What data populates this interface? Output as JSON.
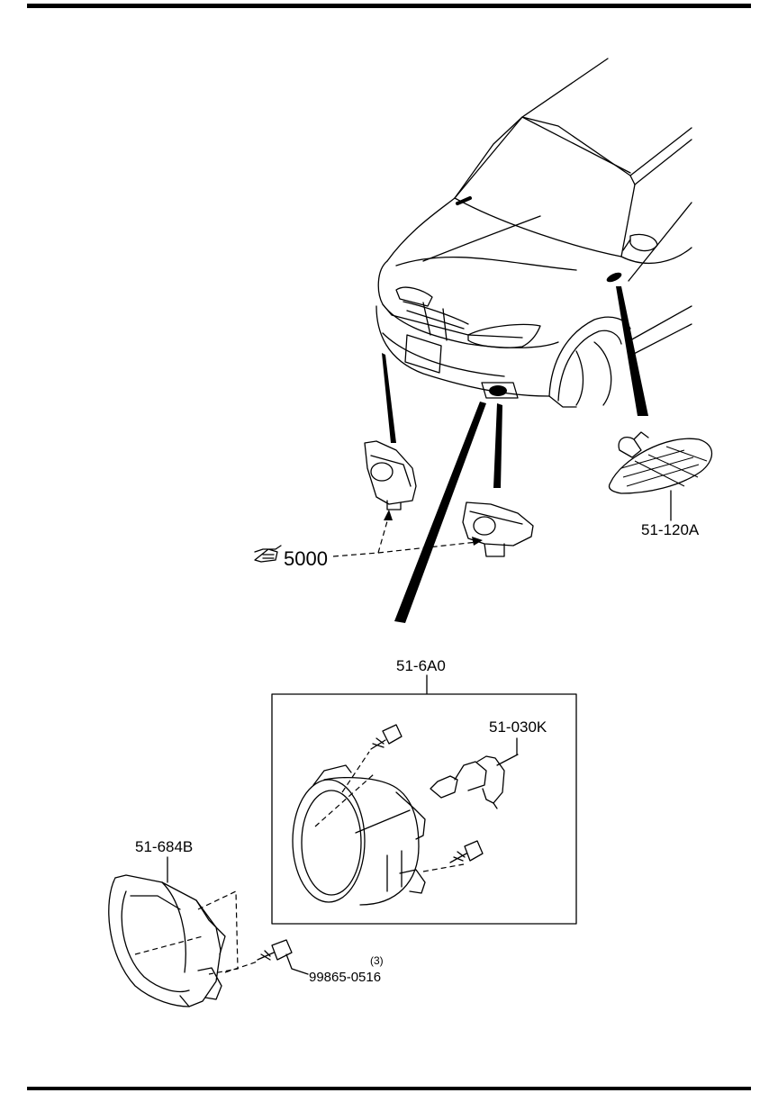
{
  "parts": {
    "fog_lamp_assy": "51-6A0",
    "bulb": "51-030K",
    "side_turn_lamp": "51-120A",
    "bracket": "51-684B",
    "screw": "99865-0516",
    "screw_qty": "(3)"
  },
  "reference": {
    "page_ref": "5000",
    "icon": "pointing-hand-icon"
  },
  "colors": {
    "ink": "#000000",
    "paper": "#ffffff"
  }
}
